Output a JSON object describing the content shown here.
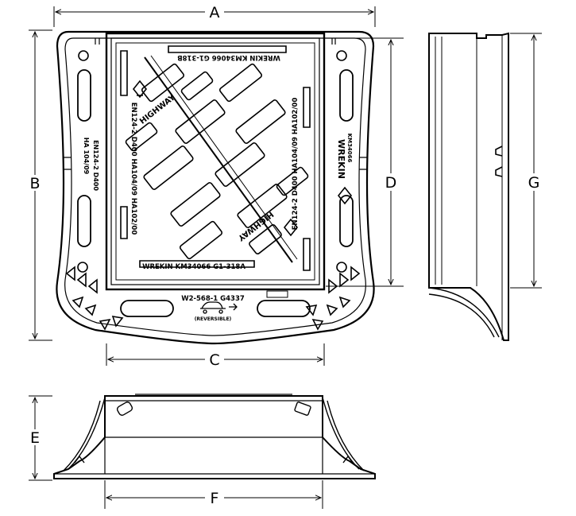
{
  "dimensions": {
    "a": "A",
    "b": "B",
    "c": "C",
    "d": "D",
    "e": "E",
    "f": "F",
    "g": "G"
  },
  "markings": {
    "standard": "EN124-2 D400 HA104/09 HA102/00",
    "model_top": "WREKIN KM34066 G1-318B",
    "model_bottom": "WREKIN KM34066 G1-318A",
    "brand": "HIGHWAY",
    "frame_code": "W2-568-1 G4337",
    "reversible": "(REVERSIBLE)",
    "left_frame_std": "EN124-2 D400",
    "left_frame_ha": "HA 104/09",
    "right_logo": "WREKIN",
    "right_code": "KM34066",
    "inner_left": "EN124-2 D400 HA104/09 HA102/00",
    "inner_right": "EN124-2 D400 HA104/09 HA102/00"
  }
}
